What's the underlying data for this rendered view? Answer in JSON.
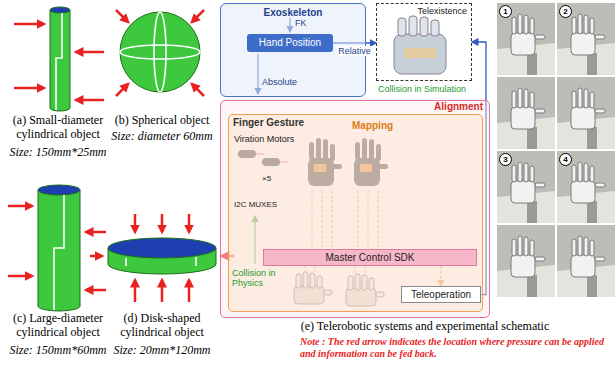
{
  "diagram": {
    "nodes": [
      {
        "text": [
          "Exoskeleton"
        ]
      },
      {
        "text": [
          "Hand Position"
        ],
        "in": 0
      },
      {
        "text": [
          "Telexistence"
        ]
      },
      {
        "text": [
          "Alignment"
        ]
      },
      {
        "text": [
          "Finger Gesture"
        ],
        "in": 3
      },
      {
        "text": [
          "Master Control SDK"
        ],
        "in": 4
      },
      {
        "text": [
          "Teleoperation"
        ],
        "in": 4
      }
    ],
    "edges": [
      {
        "from": 1,
        "to": 2,
        "label": "Relative",
        "arrow": "to"
      },
      {
        "from": 6,
        "to": 2,
        "arrow": "to"
      },
      {
        "from": 5,
        "to": 6,
        "arrow": "to"
      }
    ],
    "labels": [
      "FK",
      "Absolute",
      "Collision in Simulation",
      "Mapping",
      "Viration Motors",
      "×5",
      "I2C MUXES",
      "Collision in Physics",
      "1",
      "2",
      "3",
      "4",
      "(a) Small-diameter cylindrical object",
      "Size: 150mm*25mm",
      "(b) Spherical object",
      "Size: diameter 60mm",
      "(c) Large-diameter cylindrical object",
      "Size: 150mm*60mm",
      "(d) Disk-shaped cylindrical object",
      "Size: 20mm*120mm",
      "(e) Telerobotic systems and experimental schematic",
      "Note : The red arrow indicates the location where pressure can be applied and information can be fed back."
    ]
  }
}
